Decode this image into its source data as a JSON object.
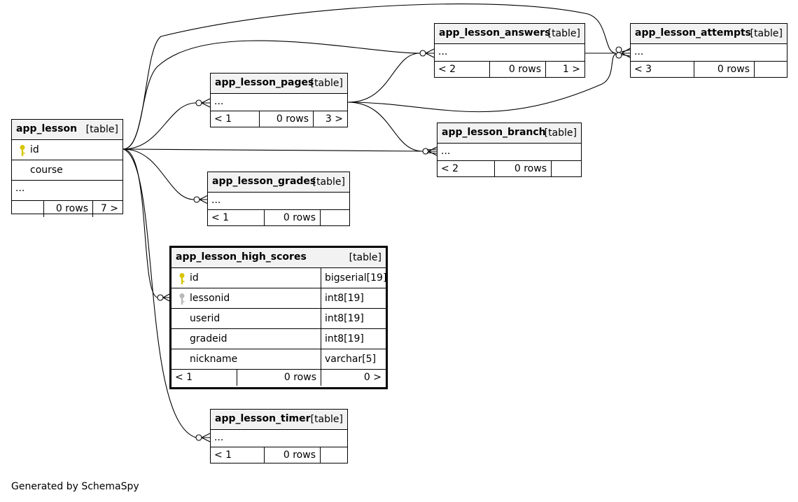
{
  "tables": {
    "app_lesson": {
      "name": "app_lesson",
      "type": "[table]",
      "columns": [
        {
          "name": "id",
          "key": "primary"
        },
        {
          "name": "course"
        }
      ],
      "ellipsis": "...",
      "stats": {
        "parents": "",
        "rows": "0 rows",
        "children": "7 >"
      }
    },
    "app_lesson_pages": {
      "name": "app_lesson_pages",
      "type": "[table]",
      "ellipsis": "...",
      "stats": {
        "parents": "< 1",
        "rows": "0 rows",
        "children": "3 >"
      }
    },
    "app_lesson_answers": {
      "name": "app_lesson_answers",
      "type": "[table]",
      "ellipsis": "...",
      "stats": {
        "parents": "< 2",
        "rows": "0 rows",
        "children": "1 >"
      }
    },
    "app_lesson_attempts": {
      "name": "app_lesson_attempts",
      "type": "[table]",
      "ellipsis": "...",
      "stats": {
        "parents": "< 3",
        "rows": "0 rows",
        "children": ""
      }
    },
    "app_lesson_branch": {
      "name": "app_lesson_branch",
      "type": "[table]",
      "ellipsis": "...",
      "stats": {
        "parents": "< 2",
        "rows": "0 rows",
        "children": ""
      }
    },
    "app_lesson_grades": {
      "name": "app_lesson_grades",
      "type": "[table]",
      "ellipsis": "...",
      "stats": {
        "parents": "< 1",
        "rows": "0 rows",
        "children": ""
      }
    },
    "app_lesson_high_scores": {
      "name": "app_lesson_high_scores",
      "type": "[table]",
      "columns": [
        {
          "name": "id",
          "datatype": "bigserial[19]",
          "key": "primary"
        },
        {
          "name": "lessonid",
          "datatype": "int8[19]",
          "key": "foreign"
        },
        {
          "name": "userid",
          "datatype": "int8[19]"
        },
        {
          "name": "gradeid",
          "datatype": "int8[19]"
        },
        {
          "name": "nickname",
          "datatype": "varchar[5]"
        }
      ],
      "stats": {
        "parents": "< 1",
        "rows": "0 rows",
        "children": "0 >"
      }
    },
    "app_lesson_timer": {
      "name": "app_lesson_timer",
      "type": "[table]",
      "ellipsis": "...",
      "stats": {
        "parents": "< 1",
        "rows": "0 rows",
        "children": ""
      }
    }
  },
  "relationships": [
    {
      "from": "app_lesson",
      "to": "app_lesson_pages"
    },
    {
      "from": "app_lesson",
      "to": "app_lesson_answers"
    },
    {
      "from": "app_lesson",
      "to": "app_lesson_attempts"
    },
    {
      "from": "app_lesson",
      "to": "app_lesson_branch"
    },
    {
      "from": "app_lesson",
      "to": "app_lesson_grades"
    },
    {
      "from": "app_lesson",
      "to": "app_lesson_high_scores"
    },
    {
      "from": "app_lesson",
      "to": "app_lesson_timer"
    },
    {
      "from": "app_lesson_pages",
      "to": "app_lesson_answers"
    },
    {
      "from": "app_lesson_pages",
      "to": "app_lesson_attempts"
    },
    {
      "from": "app_lesson_pages",
      "to": "app_lesson_branch"
    },
    {
      "from": "app_lesson_answers",
      "to": "app_lesson_attempts"
    }
  ],
  "colors": {
    "line": "#000000",
    "header": "#f2f2f2",
    "primary_key": "#d9c400",
    "foreign_key": "#b8b8b8"
  },
  "footer": "Generated by SchemaSpy"
}
